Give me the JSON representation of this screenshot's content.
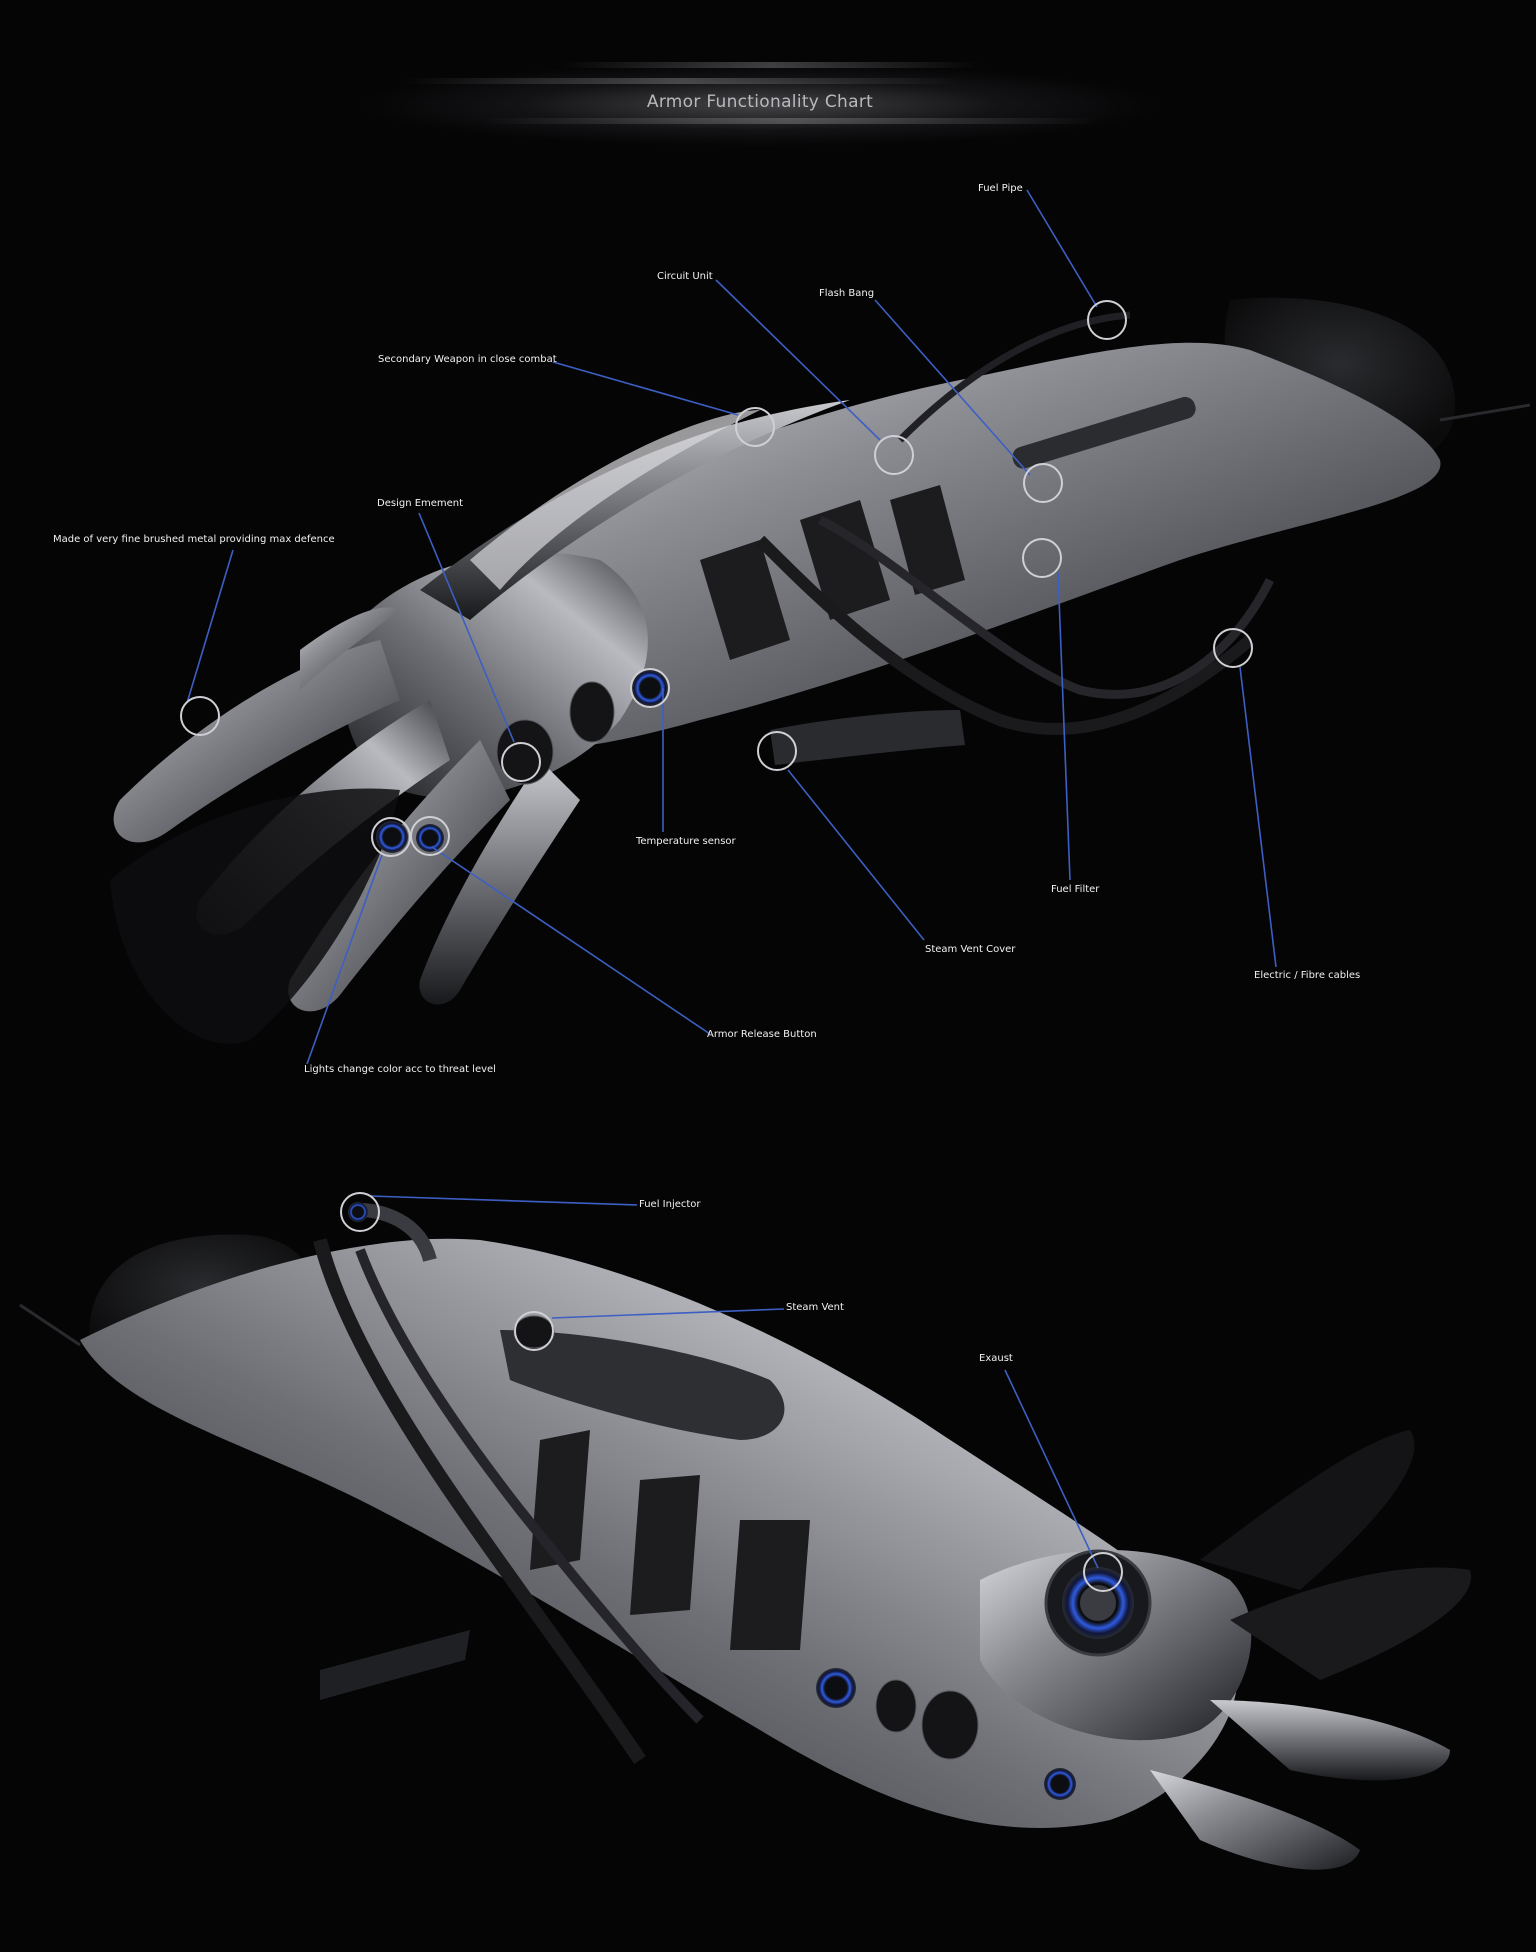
{
  "title": "Armor Functionality Chart",
  "colors": {
    "background": "#050506",
    "leader_line": "#3d5fc4",
    "marker_ring": "#cfcfd4",
    "accent_light": "#2f5be0",
    "metal": "#9a9ca2"
  },
  "labels": {
    "fuel_pipe": "Fuel Pipe",
    "circuit_unit": "Circuit Unit",
    "flash_bang": "Flash Bang",
    "secondary_weapon": "Secondary Weapon in close combat",
    "design_element": "Design Emement",
    "brushed_metal": "Made of very fine brushed metal providing max defence",
    "temperature_sensor": "Temperature sensor",
    "fuel_filter": "Fuel Filter",
    "steam_vent_cover": "Steam Vent Cover",
    "electric_cables": "Electric / Fibre cables",
    "armor_release": "Armor Release Button",
    "lights_change": "Lights change color acc to threat level",
    "fuel_injector": "Fuel Injector",
    "steam_vent": "Steam Vent",
    "exaust": "Exaust"
  }
}
